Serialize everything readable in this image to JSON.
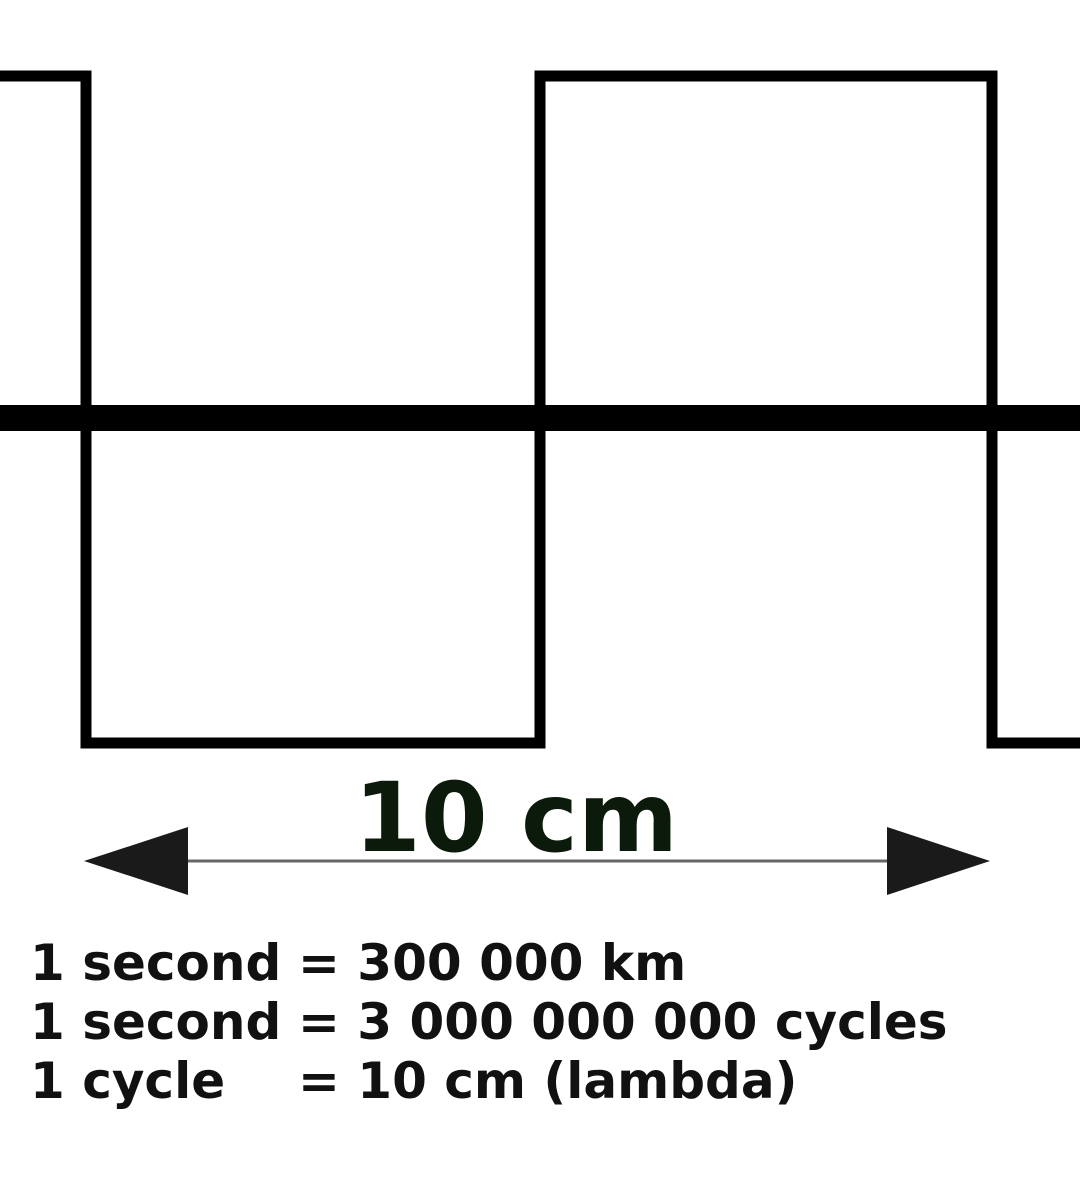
{
  "figure": {
    "wavelength_label": "10 cm",
    "notes": [
      {
        "lhs": "1 second",
        "rhs": "= 300 000 km"
      },
      {
        "lhs": "1 second",
        "rhs": "= 3 000 000 000 cycles"
      },
      {
        "lhs": "1 cycle",
        "rhs": "= 10 cm (lambda)"
      }
    ]
  },
  "colors": {
    "wave": "#000000",
    "arrow": "#1a1a1a",
    "arrow_line": "#666666",
    "label": "#0b1a0b",
    "text": "#111111"
  }
}
